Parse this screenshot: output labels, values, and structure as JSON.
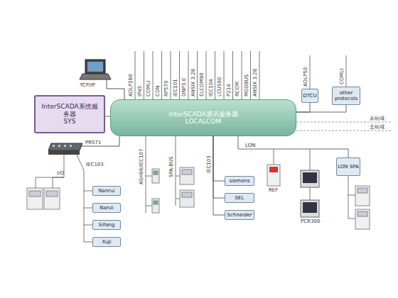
{
  "diagram": {
    "nodes": [
      {
        "text": [
          "InterSCADA系统服务器",
          "SYS"
        ]
      },
      {
        "text": [
          "InterSCADA通讯服务器",
          "LOCALCOM"
        ]
      },
      {
        "text": [
          "DTCU"
        ]
      },
      {
        "text": [
          "other protocols"
        ]
      },
      {
        "text": [
          "Nanrui"
        ]
      },
      {
        "text": [
          "Nanzi"
        ]
      },
      {
        "text": [
          "SiFang"
        ]
      },
      {
        "text": [
          "XuJi"
        ]
      },
      {
        "text": [
          "siemens"
        ]
      },
      {
        "text": [
          "SEL"
        ]
      },
      {
        "text": [
          "Schneider"
        ]
      },
      {
        "text": [
          "LON SPA"
        ]
      }
    ],
    "edges": [
      {
        "from": 0,
        "to": 1,
        "arrow": "none"
      },
      {
        "from": 1,
        "to": 2,
        "arrow": "none"
      },
      {
        "from": 1,
        "to": 3,
        "arrow": "none"
      },
      {
        "from": 1,
        "to": 8,
        "arrow": "none"
      },
      {
        "from": 1,
        "to": 9,
        "arrow": "none"
      },
      {
        "from": 1,
        "to": 10,
        "arrow": "none"
      },
      {
        "from": 1,
        "to": 11,
        "arrow": "none"
      }
    ],
    "labels": [
      "TCP/IP",
      "ADLP180",
      "IP45",
      "COMLI",
      "CDN",
      "RP570",
      "IEC101",
      "DNP3.0",
      "ANSIX 3.28",
      "ELCOM90",
      "IEC104",
      "LCU500",
      "P214",
      "RCOM",
      "MODBUS",
      "ANSIX 3.28",
      "ADLP50",
      "COMLI",
      "从站域",
      "主站域",
      "PR571",
      "I/O",
      "IEC103",
      "ASH66/IEC107",
      "SPA-BUS",
      "IEC103",
      "LON",
      "REF",
      "PCR300"
    ]
  }
}
